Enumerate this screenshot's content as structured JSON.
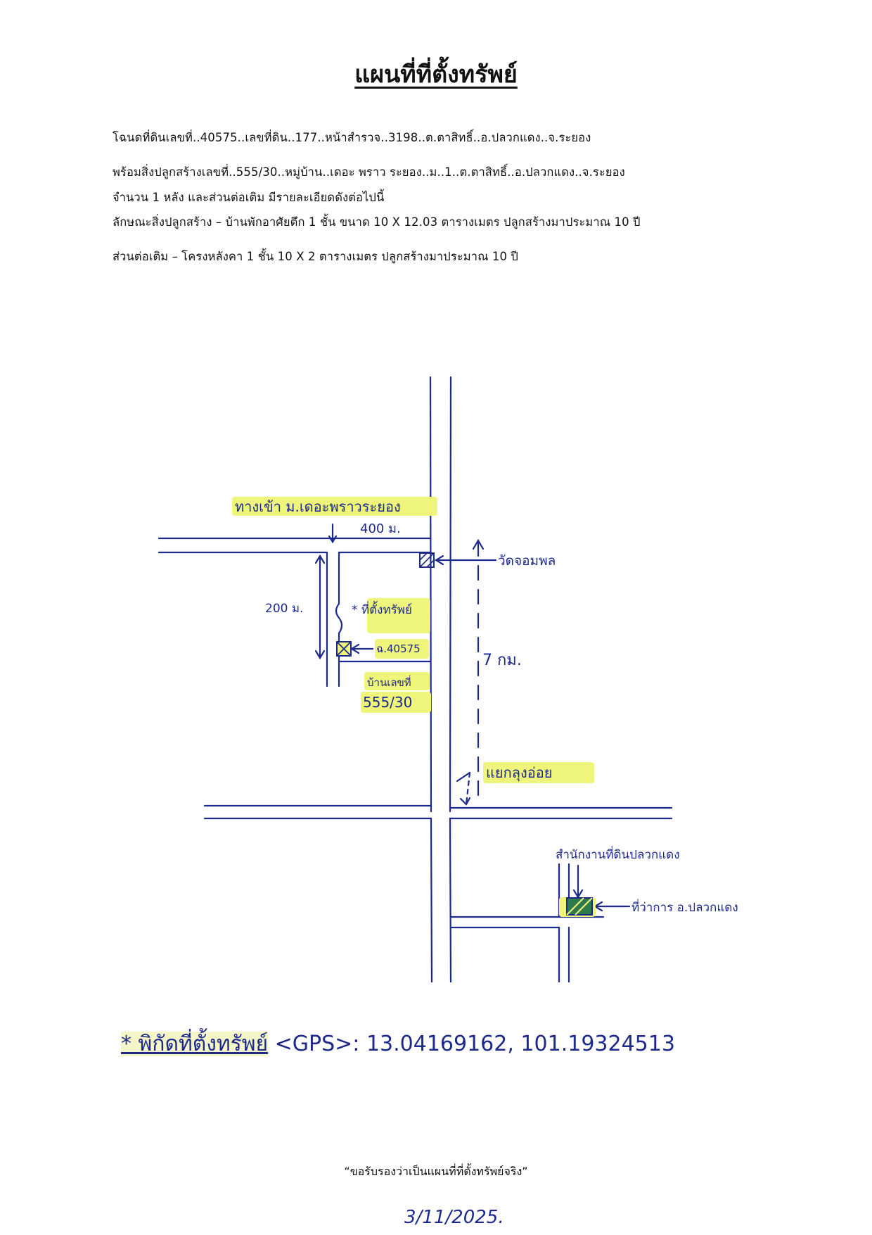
{
  "document": {
    "title": "แผนที่ที่ตั้งทรัพย์",
    "lines": [
      "โฉนดที่ดินเลขที่..40575..เลขที่ดิน..177..หน้าสำรวจ..3198..ต.ตาสิทธิ์..อ.ปลวกแดง..จ.ระยอง",
      "พร้อมสิ่งปลูกสร้างเลขที่..555/30..หมู่บ้าน..เดอะ พราว ระยอง..ม..1..ต.ตาสิทธิ์..อ.ปลวกแดง..จ.ระยอง",
      "จำนวน 1 หลัง และส่วนต่อเติม มีรายละเอียดดังต่อไปนี้",
      "ลักษณะสิ่งปลูกสร้าง – บ้านพักอาศัยตึก 1 ชั้น ขนาด 10 X 12.03 ตารางเมตร ปลูกสร้างมาประมาณ 10 ปี",
      "ส่วนต่อเติม – โครงหลังคา 1 ชั้น 10 X 2 ตารางเมตร ปลูกสร้างมาประมาณ 10 ปี"
    ],
    "certification": "“ขอรับรองว่าเป็นแผนที่ที่ตั้งทรัพย์จริง”"
  },
  "map": {
    "entrance_label": "ทางเข้า ม.เดอะพราวระยอง",
    "distance_400": "400 ม.",
    "temple_label": "วัดจอมพล",
    "distance_200": "200 ม.",
    "property_label": "* ที่ตั้งทรัพย์",
    "deed_label": "ฉ.40575",
    "house_no_label": "บ้านเลขที่",
    "house_no": "555/30",
    "distance_7km": "7 กม.",
    "junction_label": "แยกลุงอ่อย",
    "land_office_label": "สำนักงานที่ดินปลวกแดง",
    "district_office_label": "ที่ว่าการ อ.ปลวกแดง"
  },
  "gps": {
    "label": "* พิกัดที่ตั้งทรัพย์",
    "value": "<GPS>: 13.04169162, 101.19324513"
  },
  "signature": {
    "date": "3/11/2025."
  },
  "colors": {
    "ink": "#1d2a8c",
    "highlight": "#eef57a"
  }
}
